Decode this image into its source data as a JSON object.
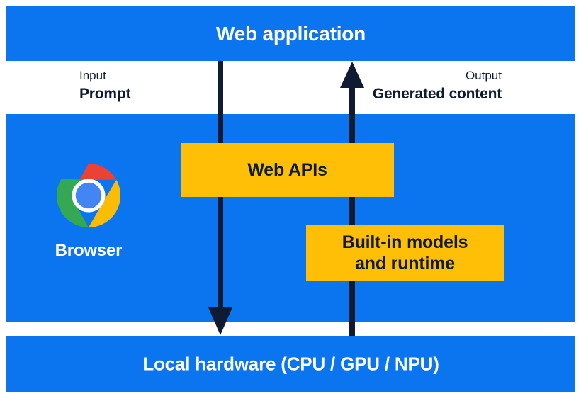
{
  "diagram": {
    "title": "Web application",
    "colors": {
      "blue": "#0b74ef",
      "yellow": "#ffbf06",
      "arrow_navy": "#0e1b33",
      "text_on_blue": "#ffffff",
      "text_on_yellow": "#0e1b33",
      "background": "#ffffff"
    },
    "bands": {
      "top": {
        "label": "Web application"
      },
      "middle": {
        "label": "Browser"
      },
      "bottom": {
        "label": "Local hardware (CPU / GPU / NPU)"
      }
    },
    "io": {
      "input": {
        "kind": "Input",
        "value": "Prompt"
      },
      "output": {
        "kind": "Output",
        "value": "Generated content"
      }
    },
    "boxes": [
      {
        "label": "Web APIs"
      },
      {
        "label_line1": "Built-in models",
        "label_line2": "and runtime"
      }
    ],
    "icons": {
      "browser": "chrome-logo-icon"
    },
    "arrows": [
      {
        "name": "input-arrow",
        "direction": "down",
        "from": "Web application",
        "to": "Local hardware (CPU / GPU / NPU)"
      },
      {
        "name": "output-arrow",
        "direction": "up",
        "from": "Local hardware (CPU / GPU / NPU)",
        "to": "Web application"
      }
    ]
  }
}
